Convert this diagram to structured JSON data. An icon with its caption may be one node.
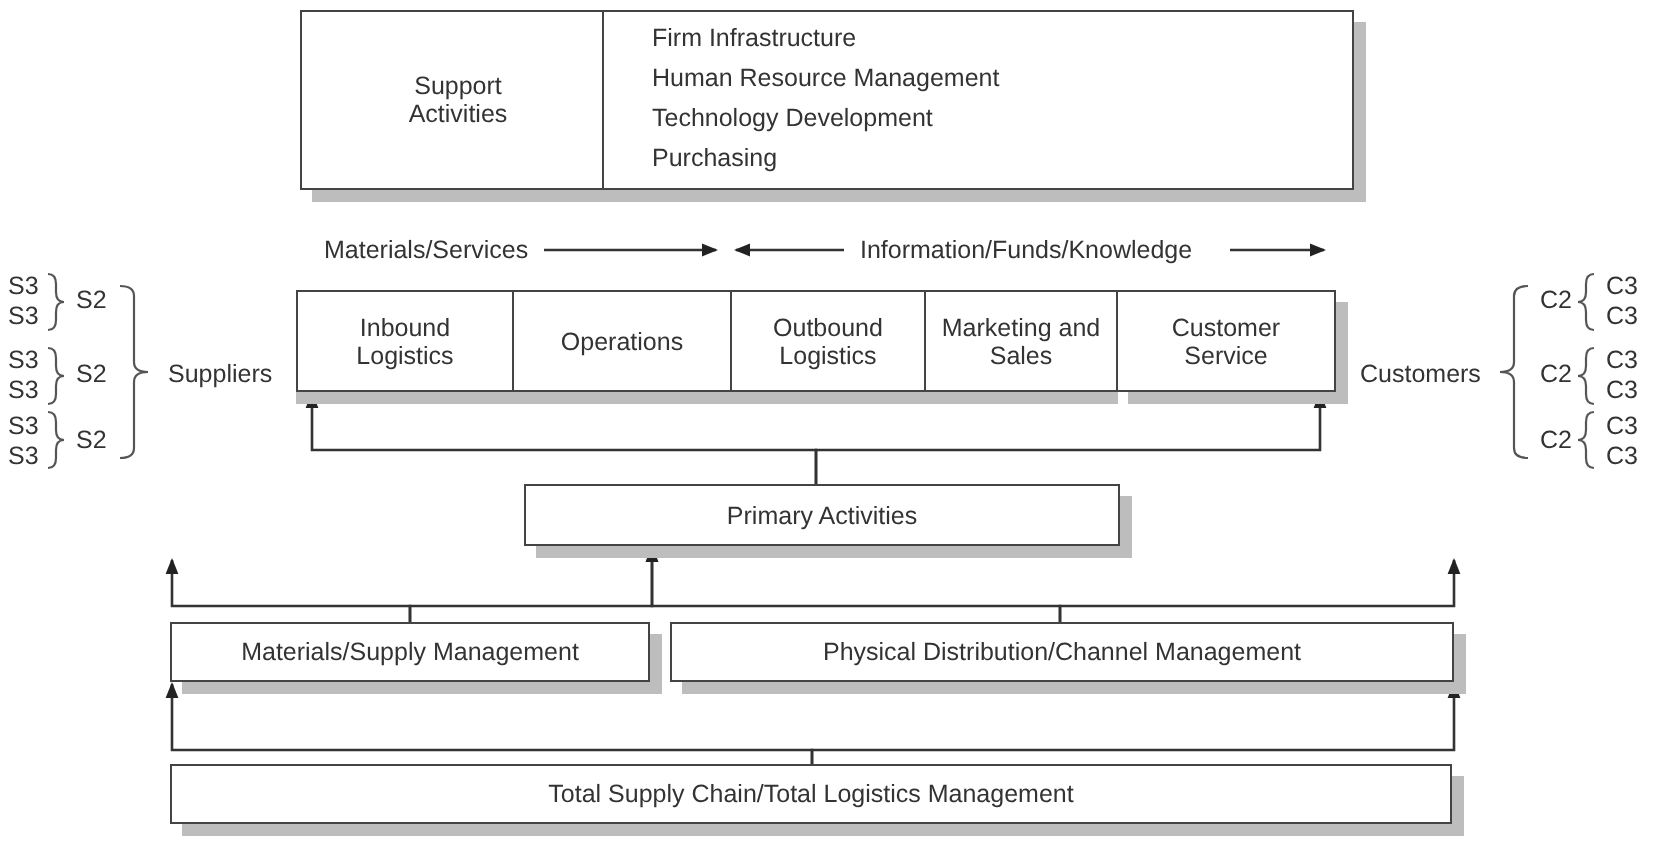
{
  "diagram": {
    "nodes": [
      {
        "text": [
          "Support Activities",
          "Firm Infrastructure",
          "Human Resource Management",
          "Technology Development",
          "Purchasing"
        ]
      },
      {
        "text": [
          "Inbound Logistics"
        ]
      },
      {
        "text": [
          "Operations"
        ]
      },
      {
        "text": [
          "Outbound Logistics"
        ]
      },
      {
        "text": [
          "Marketing and Sales"
        ]
      },
      {
        "text": [
          "Customer Service"
        ]
      },
      {
        "text": [
          "Primary Activities"
        ]
      },
      {
        "text": [
          "Materials/Supply Management"
        ]
      },
      {
        "text": [
          "Physical Distribution/Channel Management"
        ]
      },
      {
        "text": [
          "Total Supply Chain/Total Logistics Management"
        ]
      }
    ],
    "edges": [
      {
        "from": 6,
        "to": 1,
        "arrow": "to"
      },
      {
        "from": 6,
        "to": 5,
        "arrow": "to"
      },
      {
        "from": 7,
        "to": 6,
        "arrow": "to"
      },
      {
        "from": 8,
        "to": 6,
        "arrow": "to"
      },
      {
        "from": 7,
        "to": null,
        "arrow": "to"
      },
      {
        "from": 8,
        "to": null,
        "arrow": "to"
      },
      {
        "from": 9,
        "to": 7,
        "arrow": "to"
      },
      {
        "from": 9,
        "to": 8,
        "arrow": "to"
      }
    ],
    "labels": [
      "Materials/Services",
      "Information/Funds/Knowledge",
      "S3",
      "S3",
      "S2",
      "S3",
      "S3",
      "S2",
      "S3",
      "S3",
      "S2",
      "Suppliers",
      "Customers",
      "C2",
      "C3",
      "C3",
      "C2",
      "C3",
      "C3",
      "C2",
      "C3",
      "C3"
    ]
  }
}
